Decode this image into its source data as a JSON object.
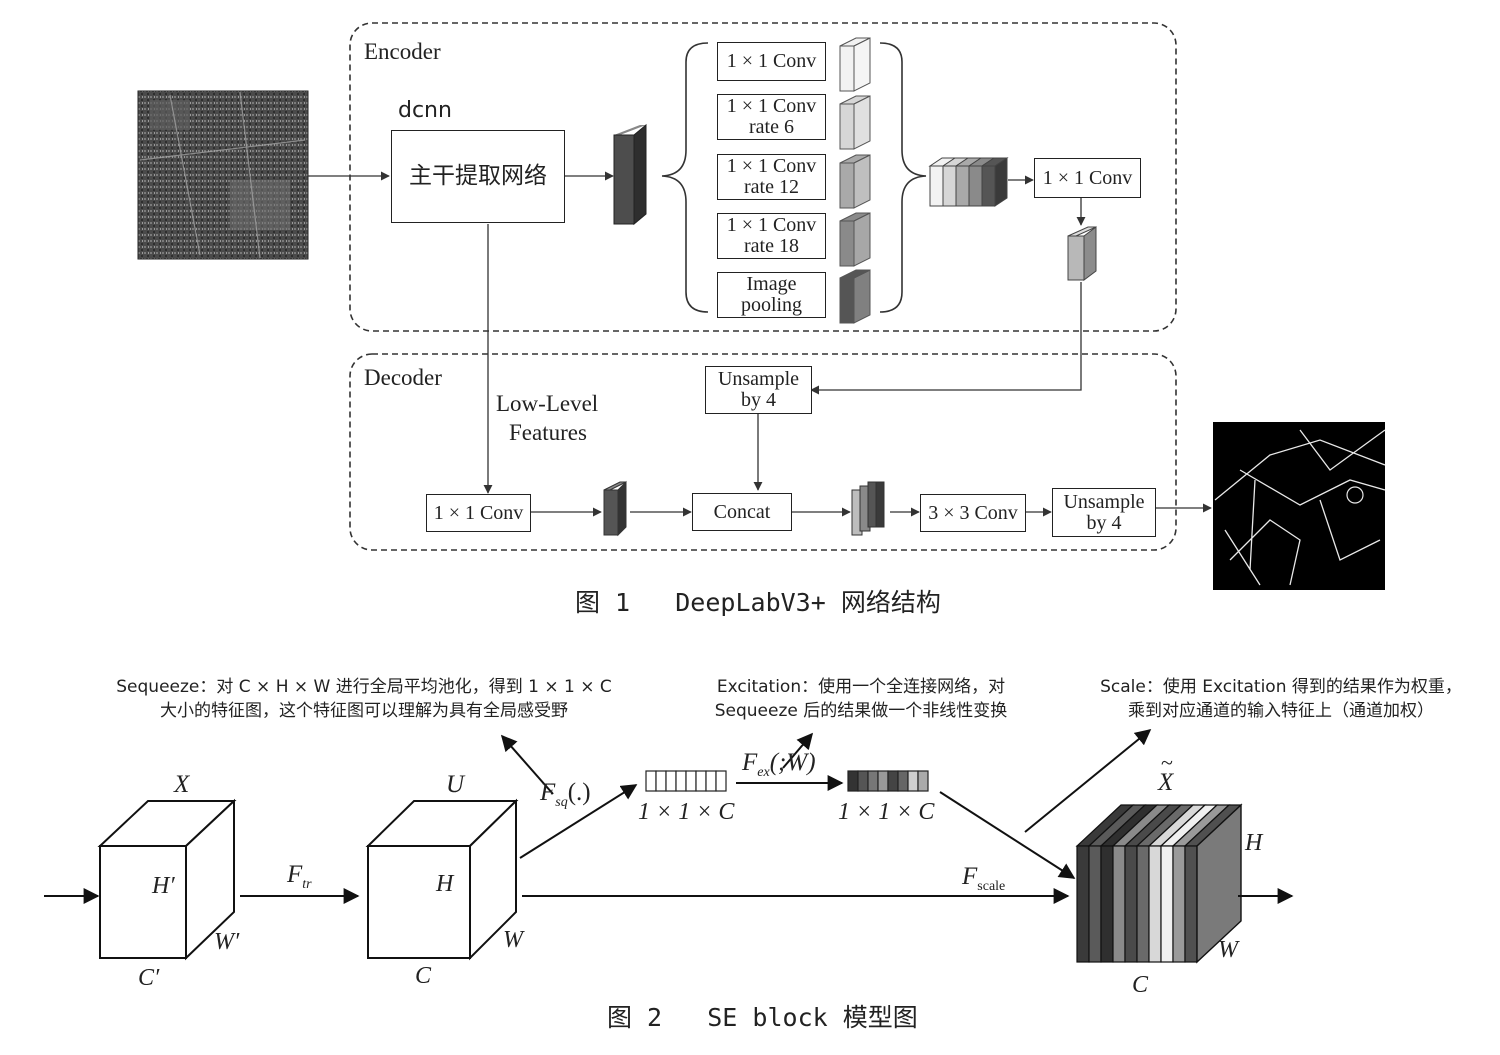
{
  "figure1": {
    "encoder_label": "Encoder",
    "decoder_label": "Decoder",
    "dcnn_label": "dcnn",
    "backbone_label": "主干提取网络",
    "aspp": [
      {
        "line1": "1 × 1 Conv",
        "line2": ""
      },
      {
        "line1": "1 × 1 Conv",
        "line2": "rate 6"
      },
      {
        "line1": "1 × 1 Conv",
        "line2": "rate 12"
      },
      {
        "line1": "1 × 1 Conv",
        "line2": "rate 18"
      },
      {
        "line1": "Image",
        "line2": "pooling"
      }
    ],
    "aspp_feature_colors": [
      "#f2f2f2",
      "#d6d6d6",
      "#a9a9a9",
      "#8a8a8a",
      "#555555"
    ],
    "encoder_conv_label": "1 × 1 Conv",
    "upsample_top": {
      "line1": "Unsample",
      "line2": "by 4"
    },
    "low_level_label": {
      "line1": "Low-Level",
      "line2": "Features"
    },
    "decoder_conv_label": "1 × 1 Conv",
    "concat_label": "Concat",
    "conv3_label": "3 × 3 Conv",
    "upsample_out": {
      "line1": "Unsample",
      "line2": "by 4"
    },
    "caption": "图 1   DeepLabV3+ 网络结构"
  },
  "figure2": {
    "notes": {
      "squeeze": {
        "line1": "Sequeeze：对 C × H × W 进行全局平均池化，得到 1 × 1 × C",
        "line2": "大小的特征图，这个特征图可以理解为具有全局感受野"
      },
      "excitation": {
        "line1": "Excitation：使用一个全连接网络，对",
        "line2": "Sequeeze 后的结果做一个非线性变换"
      },
      "scale": {
        "line1": "Scale：使用 Excitation 得到的结果作为权重，",
        "line2": "乘到对应通道的输入特征上（通道加权）"
      }
    },
    "cube_x": {
      "name": "X",
      "h": "H′",
      "w": "W′",
      "c": "C′"
    },
    "cube_u": {
      "name": "U",
      "h": "H",
      "w": "W",
      "c": "C"
    },
    "cube_out": {
      "name": "X",
      "tilde": "~",
      "h": "H",
      "w": "W",
      "c": "C"
    },
    "f_tr": {
      "base": "F",
      "sub": "tr"
    },
    "f_sq": {
      "base": "F",
      "sub": "sq",
      "args": "(.)"
    },
    "f_ex": {
      "base": "F",
      "sub": "ex",
      "args": "(;W)"
    },
    "f_scale": {
      "base": "F",
      "sub": "scale"
    },
    "vec_label_1": "1 × 1 × C",
    "vec_label_2": "1 × 1 × C",
    "vec1_colors": [
      "#ffffff",
      "#ffffff",
      "#ffffff",
      "#ffffff",
      "#ffffff",
      "#ffffff",
      "#ffffff",
      "#ffffff"
    ],
    "vec2_colors": [
      "#333333",
      "#555555",
      "#777777",
      "#999999",
      "#444444",
      "#666666",
      "#cfcfcf",
      "#aaaaaa"
    ],
    "out_slice_colors": [
      "#3a3a3a",
      "#5a5a5a",
      "#2f2f2f",
      "#8a8a8a",
      "#4a4a4a",
      "#6a6a6a",
      "#d8d8d8",
      "#f0f0f0",
      "#9a9a9a",
      "#505050"
    ],
    "caption": "图 2   SE block 模型图"
  }
}
